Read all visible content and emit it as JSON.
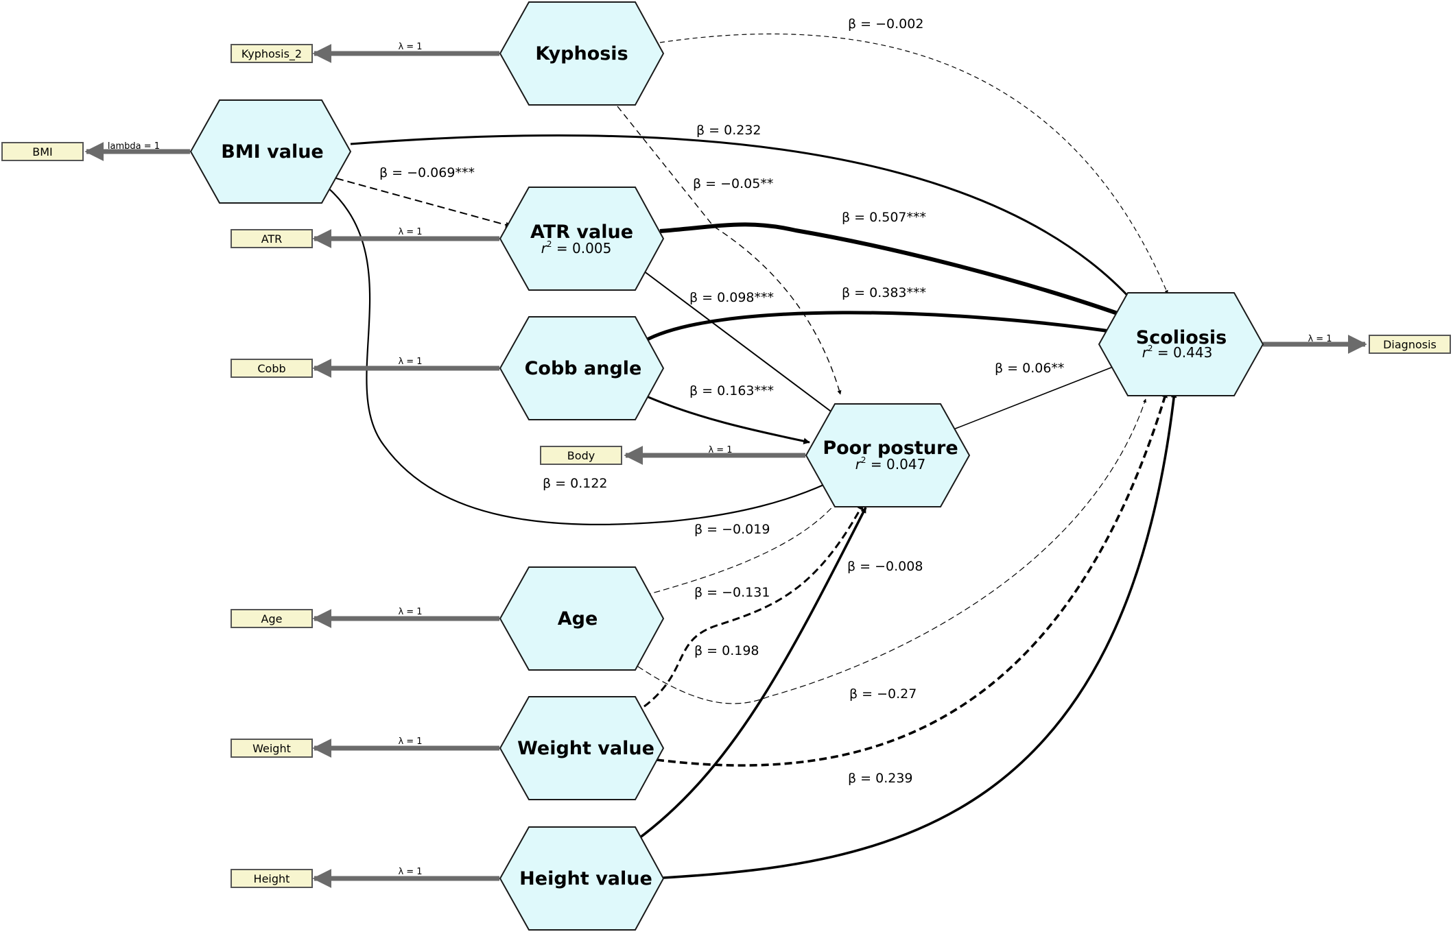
{
  "colors": {
    "latent_fill": "#dff9fb",
    "indicator_fill": "#f7f5cf",
    "loading_line": "#6b6b6b",
    "path_line": "#000000"
  },
  "latents": {
    "kyphosis": {
      "title": "Kyphosis"
    },
    "bmi": {
      "title": "BMI value"
    },
    "atr": {
      "title": "ATR value",
      "r2_label": "r",
      "r2_value": " = 0.005"
    },
    "cobb": {
      "title": "Cobb angle"
    },
    "poor_posture": {
      "title": "Poor posture",
      "r2_label": "r",
      "r2_value": " = 0.047"
    },
    "scoliosis": {
      "title": "Scoliosis",
      "r2_label": "r",
      "r2_value": " = 0.443"
    },
    "age": {
      "title": "Age"
    },
    "weight": {
      "title": "Weight value"
    },
    "height": {
      "title": "Height value"
    }
  },
  "r2_exponent": "2",
  "indicators": {
    "kyphosis_2": "Kyphosis_2",
    "bmi": "BMI",
    "atr": "ATR",
    "cobb": "Cobb",
    "body": "Body",
    "diagnosis": "Diagnosis",
    "age": "Age",
    "weight": "Weight",
    "height": "Height"
  },
  "loadings": {
    "kyphosis": "λ = 1",
    "bmi": "lambda = 1",
    "atr": "λ = 1",
    "cobb": "λ = 1",
    "body": "λ = 1",
    "scoliosis": "λ = 1",
    "age": "λ = 1",
    "weight": "λ = 1",
    "height": "λ = 1"
  },
  "paths": {
    "kyphosis_scoliosis": "β = −0.002",
    "bmi_scoliosis": "β = 0.232",
    "bmi_atr": "β = −0.069***",
    "kyphosis_posture": "β = −0.05**",
    "atr_scoliosis": "β = 0.507***",
    "cobb_scoliosis": "β = 0.383***",
    "atr_posture": "β = 0.098***",
    "posture_scoliosis": "β = 0.06**",
    "cobb_posture": "β = 0.163***",
    "bmi_posture": "β = 0.122",
    "age_posture": "β = −0.019",
    "age_scoliosis": "β = −0.008",
    "weight_posture": "β = −0.131",
    "height_posture": "β = 0.198",
    "weight_scoliosis": "β = −0.27",
    "height_scoliosis": "β = 0.239"
  }
}
